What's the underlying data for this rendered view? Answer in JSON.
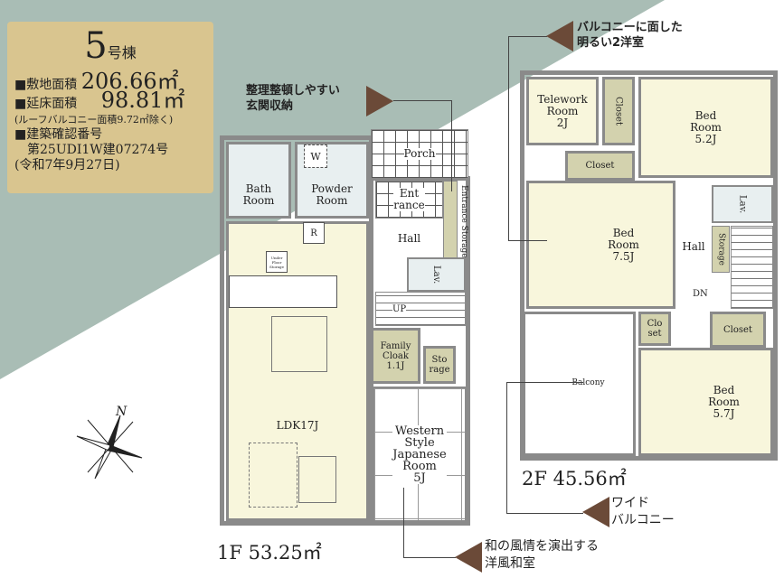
{
  "info": {
    "building_number": "5",
    "building_suffix": "号棟",
    "site_area_label": "■敷地面積",
    "site_area": "206.66㎡",
    "floor_area_label": "■延床面積",
    "floor_area": "98.81㎡",
    "floor_area_note": "(ルーフバルコニー面積9.72㎡除く)",
    "permit_label": "■建築確認番号",
    "permit_number": "第25UDI1W建07274号",
    "permit_date": "(令和7年9月27日)"
  },
  "floor1": {
    "label": "1F 53.25㎡",
    "rooms": {
      "bath": "Bath\nRoom",
      "powder": "Powder\nRoom",
      "washer": "W",
      "porch": "Porch",
      "entrance": "Ent\nrance",
      "entrance_storage": "Entrance Storage",
      "hall": "Hall",
      "lav": "Lav.",
      "up": "UP",
      "under_floor": "Under\nFloor\nStorage",
      "fridge": "R",
      "ldk": "LDK17J",
      "family_cloak": "Family\nCloak\n1.1J",
      "storage": "Sto\nrage",
      "japanese": "Western\nStyle\nJapanese\nRoom\n5J"
    }
  },
  "floor2": {
    "label": "2F 45.56㎡",
    "rooms": {
      "telework": "Telework\nRoom\n2J",
      "closet_v": "Closet",
      "bed52": "Bed\nRoom\n5.2J",
      "closet_h": "Closet",
      "bed75": "Bed\nRoom\n7.5J",
      "hall": "Hall",
      "lav": "Lav.",
      "storage": "Storage",
      "dn": "DN",
      "balcony": "Balcony",
      "closet_small": "Clo\nset",
      "closet_r": "Closet",
      "bed57": "Bed\nRoom\n5.7J"
    }
  },
  "callouts": {
    "storage": "整理整頓しやすい\n玄関収納",
    "bright_room": "バルコニーに面した\n明るい2洋室",
    "wide_balcony": "ワイド\nバルコニー",
    "japanese": "和の風情を演出する\n洋風和室"
  },
  "compass": {
    "north": "N"
  },
  "colors": {
    "background": "#a9bdb5",
    "info_box": "#d9c58f",
    "accent": "#6b4a38"
  }
}
